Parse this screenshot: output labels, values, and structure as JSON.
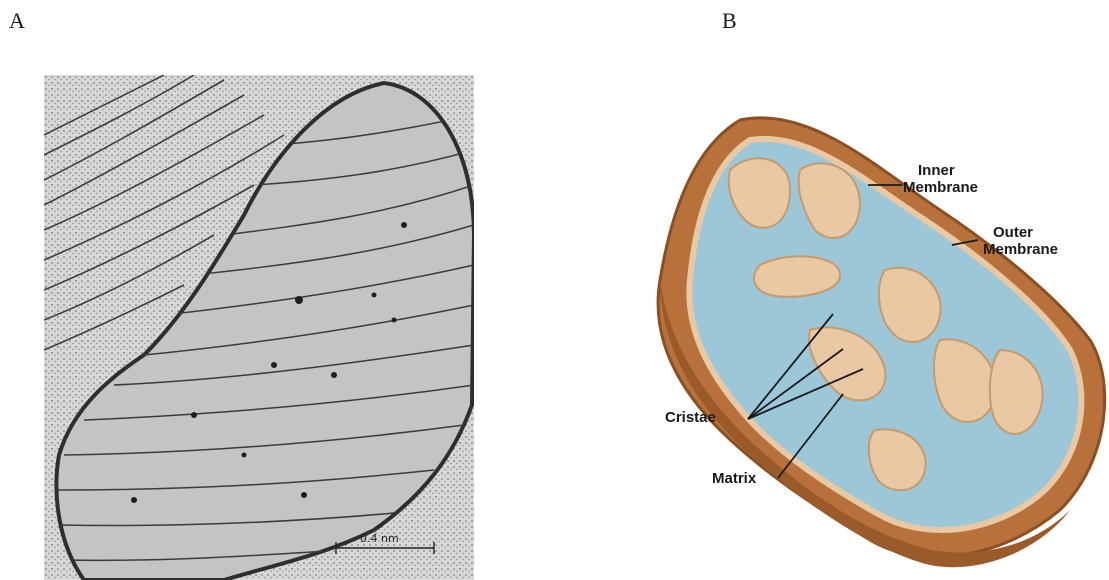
{
  "panels": {
    "a": {
      "letter": "A",
      "scale_bar_label": "0.4 nm"
    },
    "b": {
      "letter": "B",
      "labels": {
        "inner_line1": "Inner",
        "inner_line2": "Membrane",
        "outer_line1": "Outer",
        "outer_line2": "Membrane",
        "cristae": "Cristae",
        "matrix": "Matrix"
      }
    }
  },
  "colors": {
    "outer_membrane": "#b8713a",
    "inner_membrane": "#e9c8a4",
    "matrix": "#9cc7d9"
  }
}
